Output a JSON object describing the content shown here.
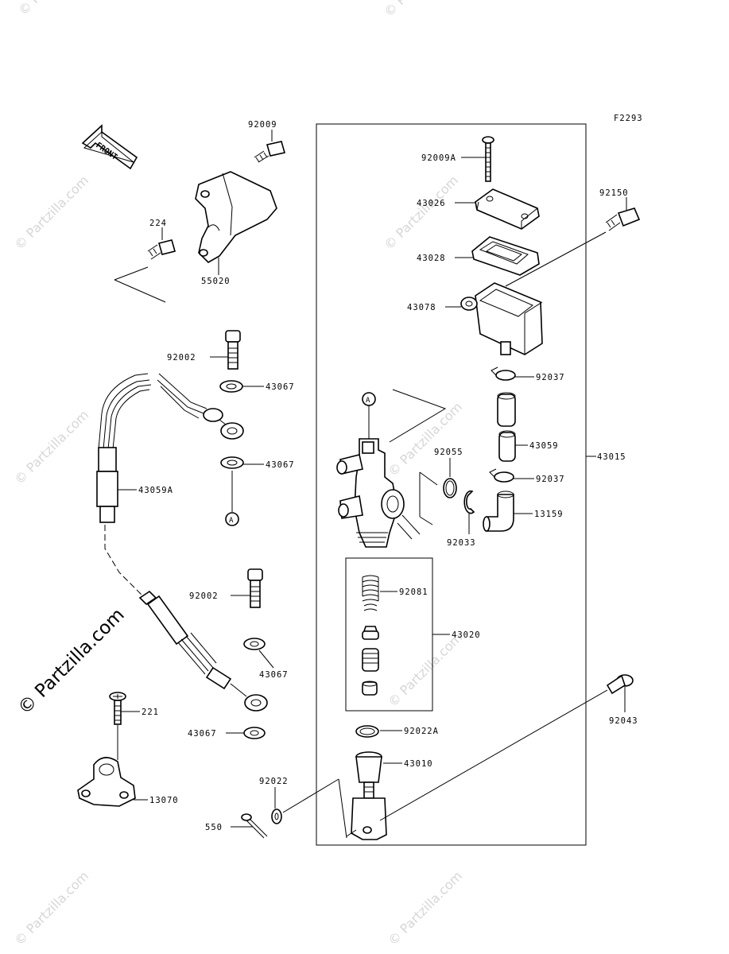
{
  "figure_code": "F2293",
  "front_label": "FRONT",
  "watermark_text": "© Partzilla.com",
  "part_labels": {
    "p92009": "92009",
    "p224": "224",
    "p55020": "55020",
    "p92002a": "92002",
    "p43067a": "43067",
    "p43067b": "43067",
    "p43059A": "43059A",
    "ref_a": "A",
    "p92002b": "92002",
    "p43067c": "43067",
    "p43067d": "43067",
    "p221": "221",
    "p13070": "13070",
    "p550": "550",
    "p92022": "92022",
    "p92009A": "92009A",
    "p43026": "43026",
    "p43028": "43028",
    "p43078": "43078",
    "p92150": "92150",
    "p92037a": "92037",
    "p43059": "43059",
    "p43015": "43015",
    "p92037b": "92037",
    "p92055": "92055",
    "p13159": "13159",
    "p92033": "92033",
    "p92081": "92081",
    "p43020": "43020",
    "p92022A": "92022A",
    "p43010": "43010",
    "p92043": "92043",
    "ref_a_body": "A"
  }
}
